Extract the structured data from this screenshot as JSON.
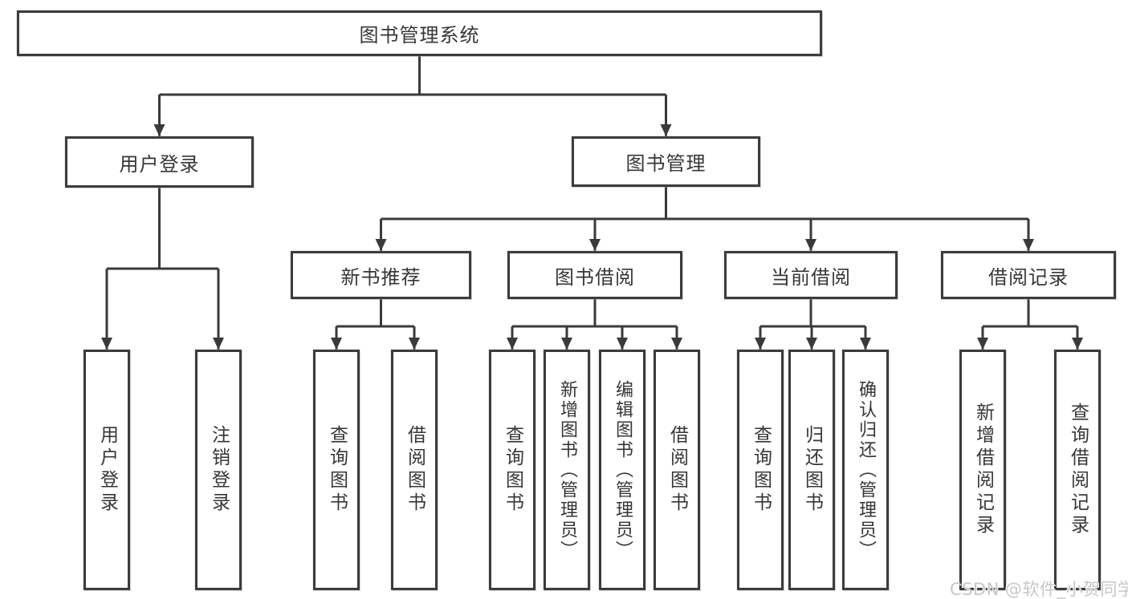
{
  "diagram": {
    "title": "图书管理系统",
    "root": {
      "label": "图书管理系统"
    },
    "level2": [
      {
        "id": "user-login",
        "label": "用户登录"
      },
      {
        "id": "book-management",
        "label": "图书管理"
      }
    ],
    "level3": [
      {
        "id": "new-book-recommend",
        "label": "新书推荐"
      },
      {
        "id": "book-borrow",
        "label": "图书借阅"
      },
      {
        "id": "current-borrow",
        "label": "当前借阅"
      },
      {
        "id": "borrow-record",
        "label": "借阅记录"
      }
    ],
    "leaves": {
      "user_login": [
        {
          "label": "用户登录"
        },
        {
          "label": "注销登录"
        }
      ],
      "new_book_recommend": [
        {
          "label": "查询图书"
        },
        {
          "label": "借阅图书"
        }
      ],
      "book_borrow": [
        {
          "label": "查询图书"
        },
        {
          "label": "新增图书（管理员）"
        },
        {
          "label": "编辑图书（管理员）"
        },
        {
          "label": "借阅图书"
        }
      ],
      "current_borrow": [
        {
          "label": "查询图书"
        },
        {
          "label": "归还图书"
        },
        {
          "label": "确认归还（管理员）"
        }
      ],
      "borrow_record": [
        {
          "label": "新增借阅记录"
        },
        {
          "label": "查询借阅记录"
        }
      ]
    },
    "colors": {
      "line": "#3a3a3a",
      "box_border": "#3c3c3c",
      "text": "#363636",
      "background": "#ffffff",
      "watermark": "#c7c7c7"
    }
  },
  "watermark": {
    "text": "CSDN @软件_小贺同学"
  }
}
